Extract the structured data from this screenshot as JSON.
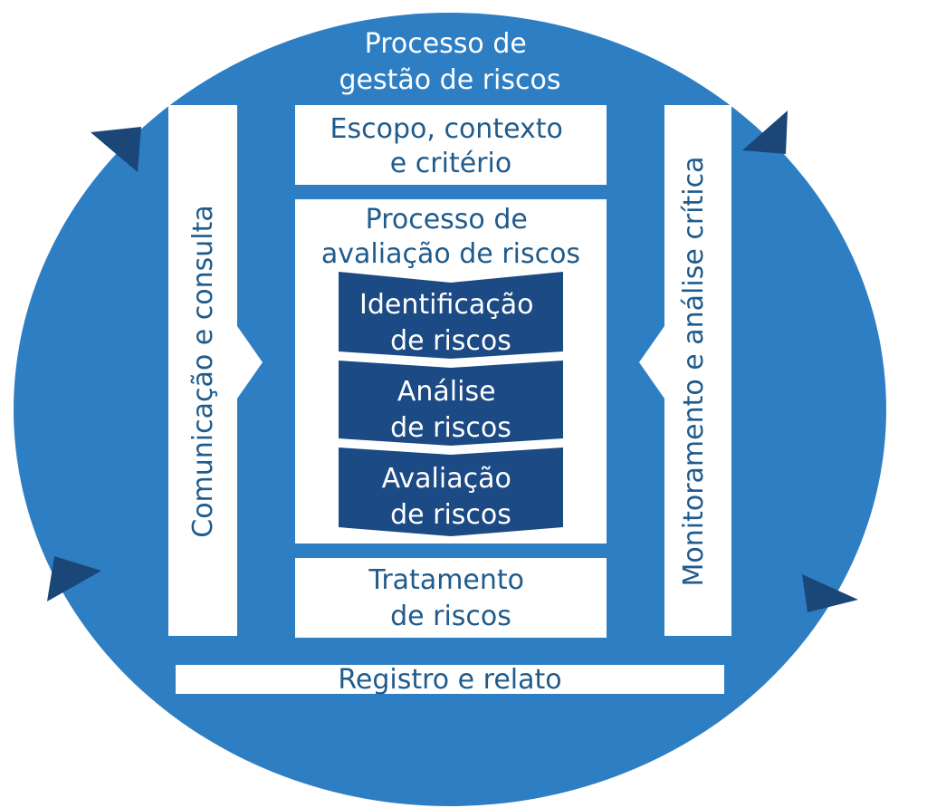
{
  "diagram": {
    "title": [
      "Processo de",
      "gestão de riscos"
    ],
    "scope": [
      "Escopo, contexto",
      "e critério"
    ],
    "assessment": {
      "heading": [
        "Processo de",
        "avaliação de riscos"
      ],
      "steps": [
        [
          "Identificação",
          "de riscos"
        ],
        [
          "Análise",
          "de riscos"
        ],
        [
          "Avaliação",
          "de riscos"
        ]
      ]
    },
    "treatment": [
      "Tratamento",
      "de riscos"
    ],
    "left_bar": "Comunicação e consulta",
    "right_bar": "Monitoramento e análise crítica",
    "bottom_bar": "Registro e relato"
  },
  "colors": {
    "circle": "#2e7ec4",
    "dark_step": "#1c4a85",
    "arrow": "#1b4678",
    "panel": "#ffffff",
    "panel_text": "#1f5b8c"
  }
}
